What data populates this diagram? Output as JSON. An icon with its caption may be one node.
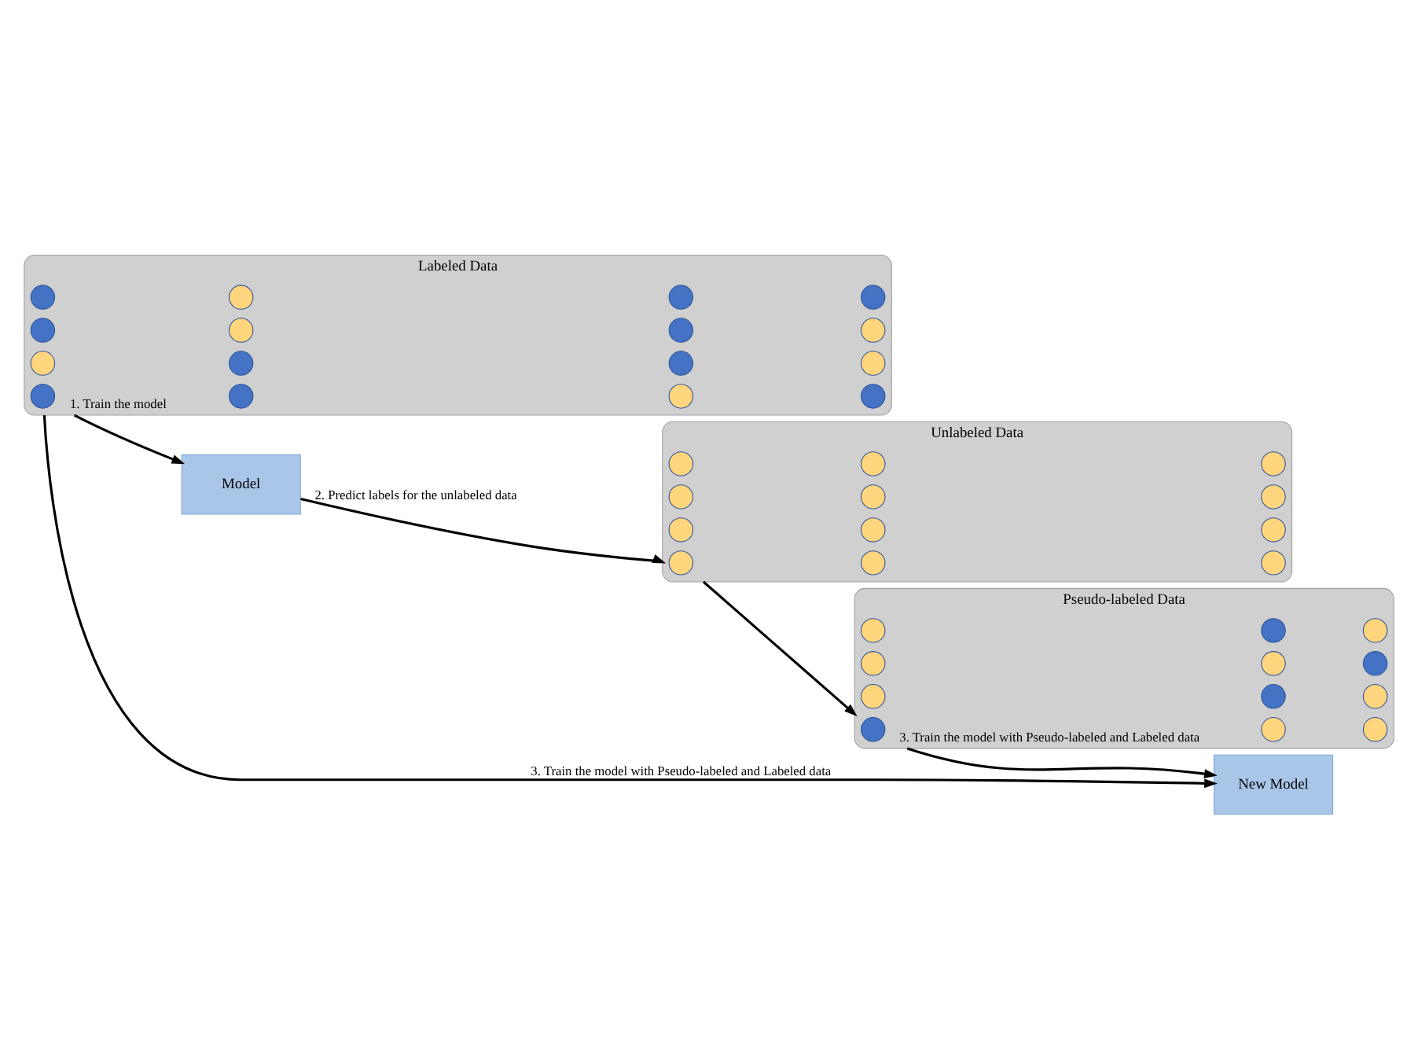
{
  "diagram": {
    "nodes": [
      {
        "text": [
          "Labeled Data"
        ]
      },
      {
        "text": [],
        "shape": "circle",
        "in": 0
      },
      {
        "text": [],
        "shape": "circle",
        "in": 0
      },
      {
        "text": [],
        "shape": "circle",
        "in": 0
      },
      {
        "text": [],
        "shape": "circle",
        "in": 0
      },
      {
        "text": [],
        "shape": "circle",
        "in": 0
      },
      {
        "text": [],
        "shape": "circle",
        "in": 0
      },
      {
        "text": [],
        "shape": "circle",
        "in": 0
      },
      {
        "text": [],
        "shape": "circle",
        "in": 0
      },
      {
        "text": [],
        "shape": "circle",
        "in": 0
      },
      {
        "text": [],
        "shape": "circle",
        "in": 0
      },
      {
        "text": [],
        "shape": "circle",
        "in": 0
      },
      {
        "text": [],
        "shape": "circle",
        "in": 0
      },
      {
        "text": [],
        "shape": "circle",
        "in": 0
      },
      {
        "text": [],
        "shape": "circle",
        "in": 0
      },
      {
        "text": [],
        "shape": "circle",
        "in": 0
      },
      {
        "text": [],
        "shape": "circle",
        "in": 0
      },
      {
        "text": [
          "Model"
        ]
      },
      {
        "text": [
          "Unlabeled Data"
        ]
      },
      {
        "text": [],
        "shape": "circle",
        "in": 18
      },
      {
        "text": [],
        "shape": "circle",
        "in": 18
      },
      {
        "text": [],
        "shape": "circle",
        "in": 18
      },
      {
        "text": [],
        "shape": "circle",
        "in": 18
      },
      {
        "text": [],
        "shape": "circle",
        "in": 18
      },
      {
        "text": [],
        "shape": "circle",
        "in": 18
      },
      {
        "text": [],
        "shape": "circle",
        "in": 18
      },
      {
        "text": [],
        "shape": "circle",
        "in": 18
      },
      {
        "text": [],
        "shape": "circle",
        "in": 18
      },
      {
        "text": [],
        "shape": "circle",
        "in": 18
      },
      {
        "text": [],
        "shape": "circle",
        "in": 18
      },
      {
        "text": [],
        "shape": "circle",
        "in": 18
      },
      {
        "text": [
          "Pseudo-labeled Data"
        ]
      },
      {
        "text": [],
        "shape": "circle",
        "in": 31
      },
      {
        "text": [],
        "shape": "circle",
        "in": 31
      },
      {
        "text": [],
        "shape": "circle",
        "in": 31
      },
      {
        "text": [],
        "shape": "circle",
        "in": 31
      },
      {
        "text": [],
        "shape": "circle",
        "in": 31
      },
      {
        "text": [],
        "shape": "circle",
        "in": 31
      },
      {
        "text": [],
        "shape": "circle",
        "in": 31
      },
      {
        "text": [],
        "shape": "circle",
        "in": 31
      },
      {
        "text": [],
        "shape": "circle",
        "in": 31
      },
      {
        "text": [],
        "shape": "circle",
        "in": 31
      },
      {
        "text": [],
        "shape": "circle",
        "in": 31
      },
      {
        "text": [],
        "shape": "circle",
        "in": 31
      },
      {
        "text": [
          "New Model"
        ]
      }
    ],
    "edges": [
      {
        "from": 0,
        "to": 17,
        "arrow": "to",
        "label": "1. Train the model"
      },
      {
        "from": 17,
        "to": 18,
        "arrow": "to",
        "label": "2. Predict labels for the unlabeled data"
      },
      {
        "from": 18,
        "to": 31,
        "arrow": "to"
      },
      {
        "from": 0,
        "to": 44,
        "arrow": "to",
        "label": "3. Train the model with Pseudo-labeled and Labeled data"
      },
      {
        "from": 31,
        "to": 44,
        "arrow": "to",
        "label": "3. Train the model with Pseudo-labeled and Labeled data"
      }
    ]
  }
}
